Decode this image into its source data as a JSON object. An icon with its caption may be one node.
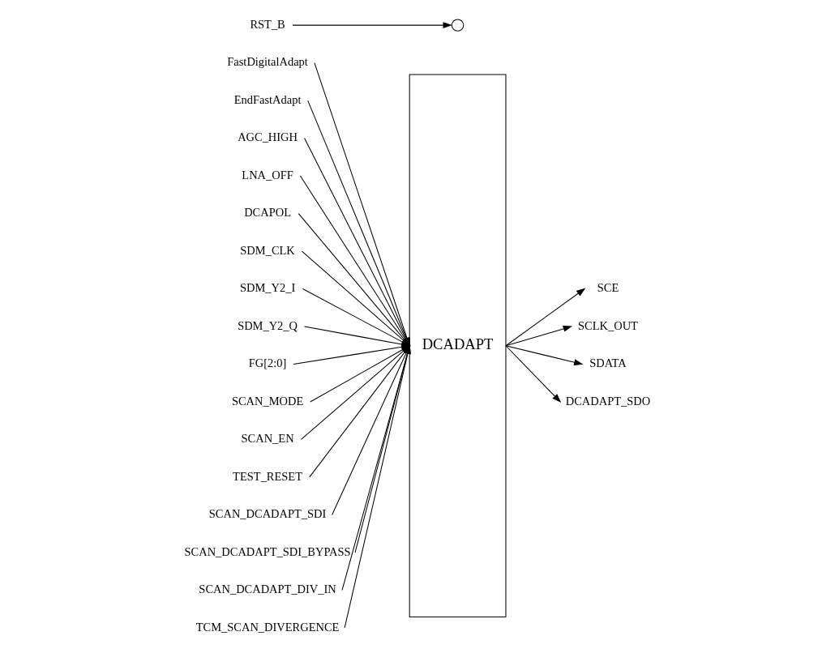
{
  "diagram": {
    "nodes": [
      {
        "text": [
          "DCADAPT"
        ]
      },
      {
        "text": [
          "FastDigitalAdapt"
        ]
      },
      {
        "text": [
          "EndFastAdapt"
        ]
      },
      {
        "text": [
          "AGC_HIGH"
        ]
      },
      {
        "text": [
          "LNA_OFF"
        ]
      },
      {
        "text": [
          "DCAPOL"
        ]
      },
      {
        "text": [
          "SDM_CLK"
        ]
      },
      {
        "text": [
          "SDM_Y2_I"
        ]
      },
      {
        "text": [
          "SDM_Y2_Q"
        ]
      },
      {
        "text": [
          "FG[2:0]"
        ]
      },
      {
        "text": [
          "RST_B"
        ]
      },
      {
        "text": [],
        "shape": "circle"
      },
      {
        "text": [
          "SCAN_MODE"
        ]
      },
      {
        "text": [
          "SCAN_EN"
        ]
      },
      {
        "text": [
          "TEST_RESET"
        ]
      },
      {
        "text": [
          "SCAN_DCADAPT_SDI"
        ]
      },
      {
        "text": [
          "SCAN_DCADAPT_SDI_BYPASS"
        ]
      },
      {
        "text": [
          "SCAN_DCADAPT_DIV_IN"
        ]
      },
      {
        "text": [
          "TCM_SCAN_DIVERGENCE"
        ]
      },
      {
        "text": [
          "SCE"
        ]
      },
      {
        "text": [
          "SCLK_OUT"
        ]
      },
      {
        "text": [
          "SDATA"
        ]
      },
      {
        "text": [
          "DCADAPT_SDO"
        ]
      }
    ],
    "edges": [
      {
        "from": 1,
        "to": 0,
        "arrow": "to"
      },
      {
        "from": 2,
        "to": 0,
        "arrow": "to"
      },
      {
        "from": 3,
        "to": 0,
        "arrow": "to"
      },
      {
        "from": 4,
        "to": 0,
        "arrow": "to"
      },
      {
        "from": 5,
        "to": 0,
        "arrow": "to"
      },
      {
        "from": 6,
        "to": 0,
        "arrow": "to"
      },
      {
        "from": 7,
        "to": 0,
        "arrow": "to"
      },
      {
        "from": 8,
        "to": 0,
        "arrow": "to"
      },
      {
        "from": 9,
        "to": 0,
        "arrow": "to"
      },
      {
        "from": 10,
        "to": 11,
        "arrow": "to"
      },
      {
        "from": 12,
        "to": 0,
        "arrow": "to"
      },
      {
        "from": 13,
        "to": 0,
        "arrow": "to"
      },
      {
        "from": 14,
        "to": 0,
        "arrow": "to"
      },
      {
        "from": 15,
        "to": 0,
        "arrow": "to"
      },
      {
        "from": 16,
        "to": 0,
        "arrow": "to"
      },
      {
        "from": 17,
        "to": 0,
        "arrow": "to"
      },
      {
        "from": 18,
        "to": 0,
        "arrow": "to"
      },
      {
        "from": 0,
        "to": 19,
        "arrow": "to"
      },
      {
        "from": 0,
        "to": 20,
        "arrow": "to"
      },
      {
        "from": 0,
        "to": 21,
        "arrow": "to"
      },
      {
        "from": 0,
        "to": 22,
        "arrow": "to"
      }
    ]
  }
}
